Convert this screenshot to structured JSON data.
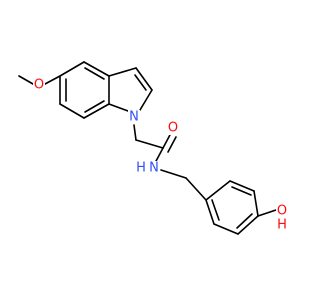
{
  "colors": {
    "bond": "#000000",
    "oxygen": "#ff0d0d",
    "nitrogen": "#3050f8",
    "background": "#ffffff"
  },
  "atoms": {
    "methoxy_carbon": "",
    "methoxy_oxygen": "O",
    "indole_nitrogen": "N",
    "carbonyl_oxygen": "O",
    "amide_nitrogen": "N",
    "amide_hydrogen": "H",
    "phenol_oxygen": "O",
    "phenol_hydrogen": "H"
  }
}
